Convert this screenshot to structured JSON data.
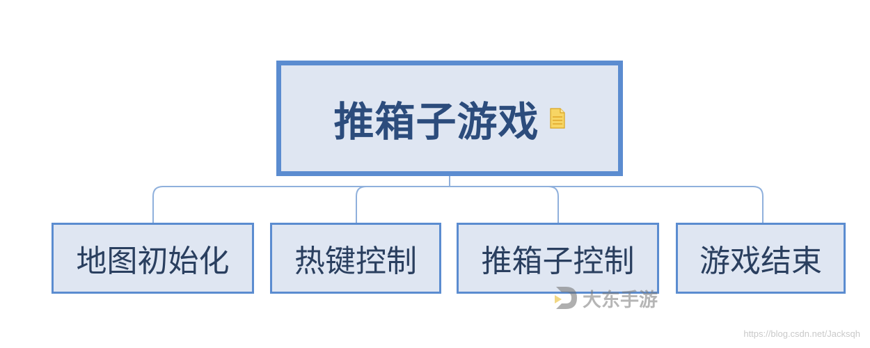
{
  "root": {
    "title": "推箱子游戏",
    "note_icon": "note-icon"
  },
  "children": [
    {
      "label": "地图初始化"
    },
    {
      "label": "热键控制"
    },
    {
      "label": "推箱子控制"
    },
    {
      "label": "游戏结束"
    }
  ],
  "watermark": {
    "text": "大东手游",
    "logo_icon": "play-logo-icon"
  },
  "source_url": "https://blog.csdn.net/Jacksqh",
  "colors": {
    "node_border": "#5b8cd0",
    "node_fill": "#dfe6f2",
    "root_text": "#2c4c7c",
    "child_text": "#2a3f5f",
    "connector": "#8fb0dc",
    "note_icon": "#f2c94c"
  }
}
